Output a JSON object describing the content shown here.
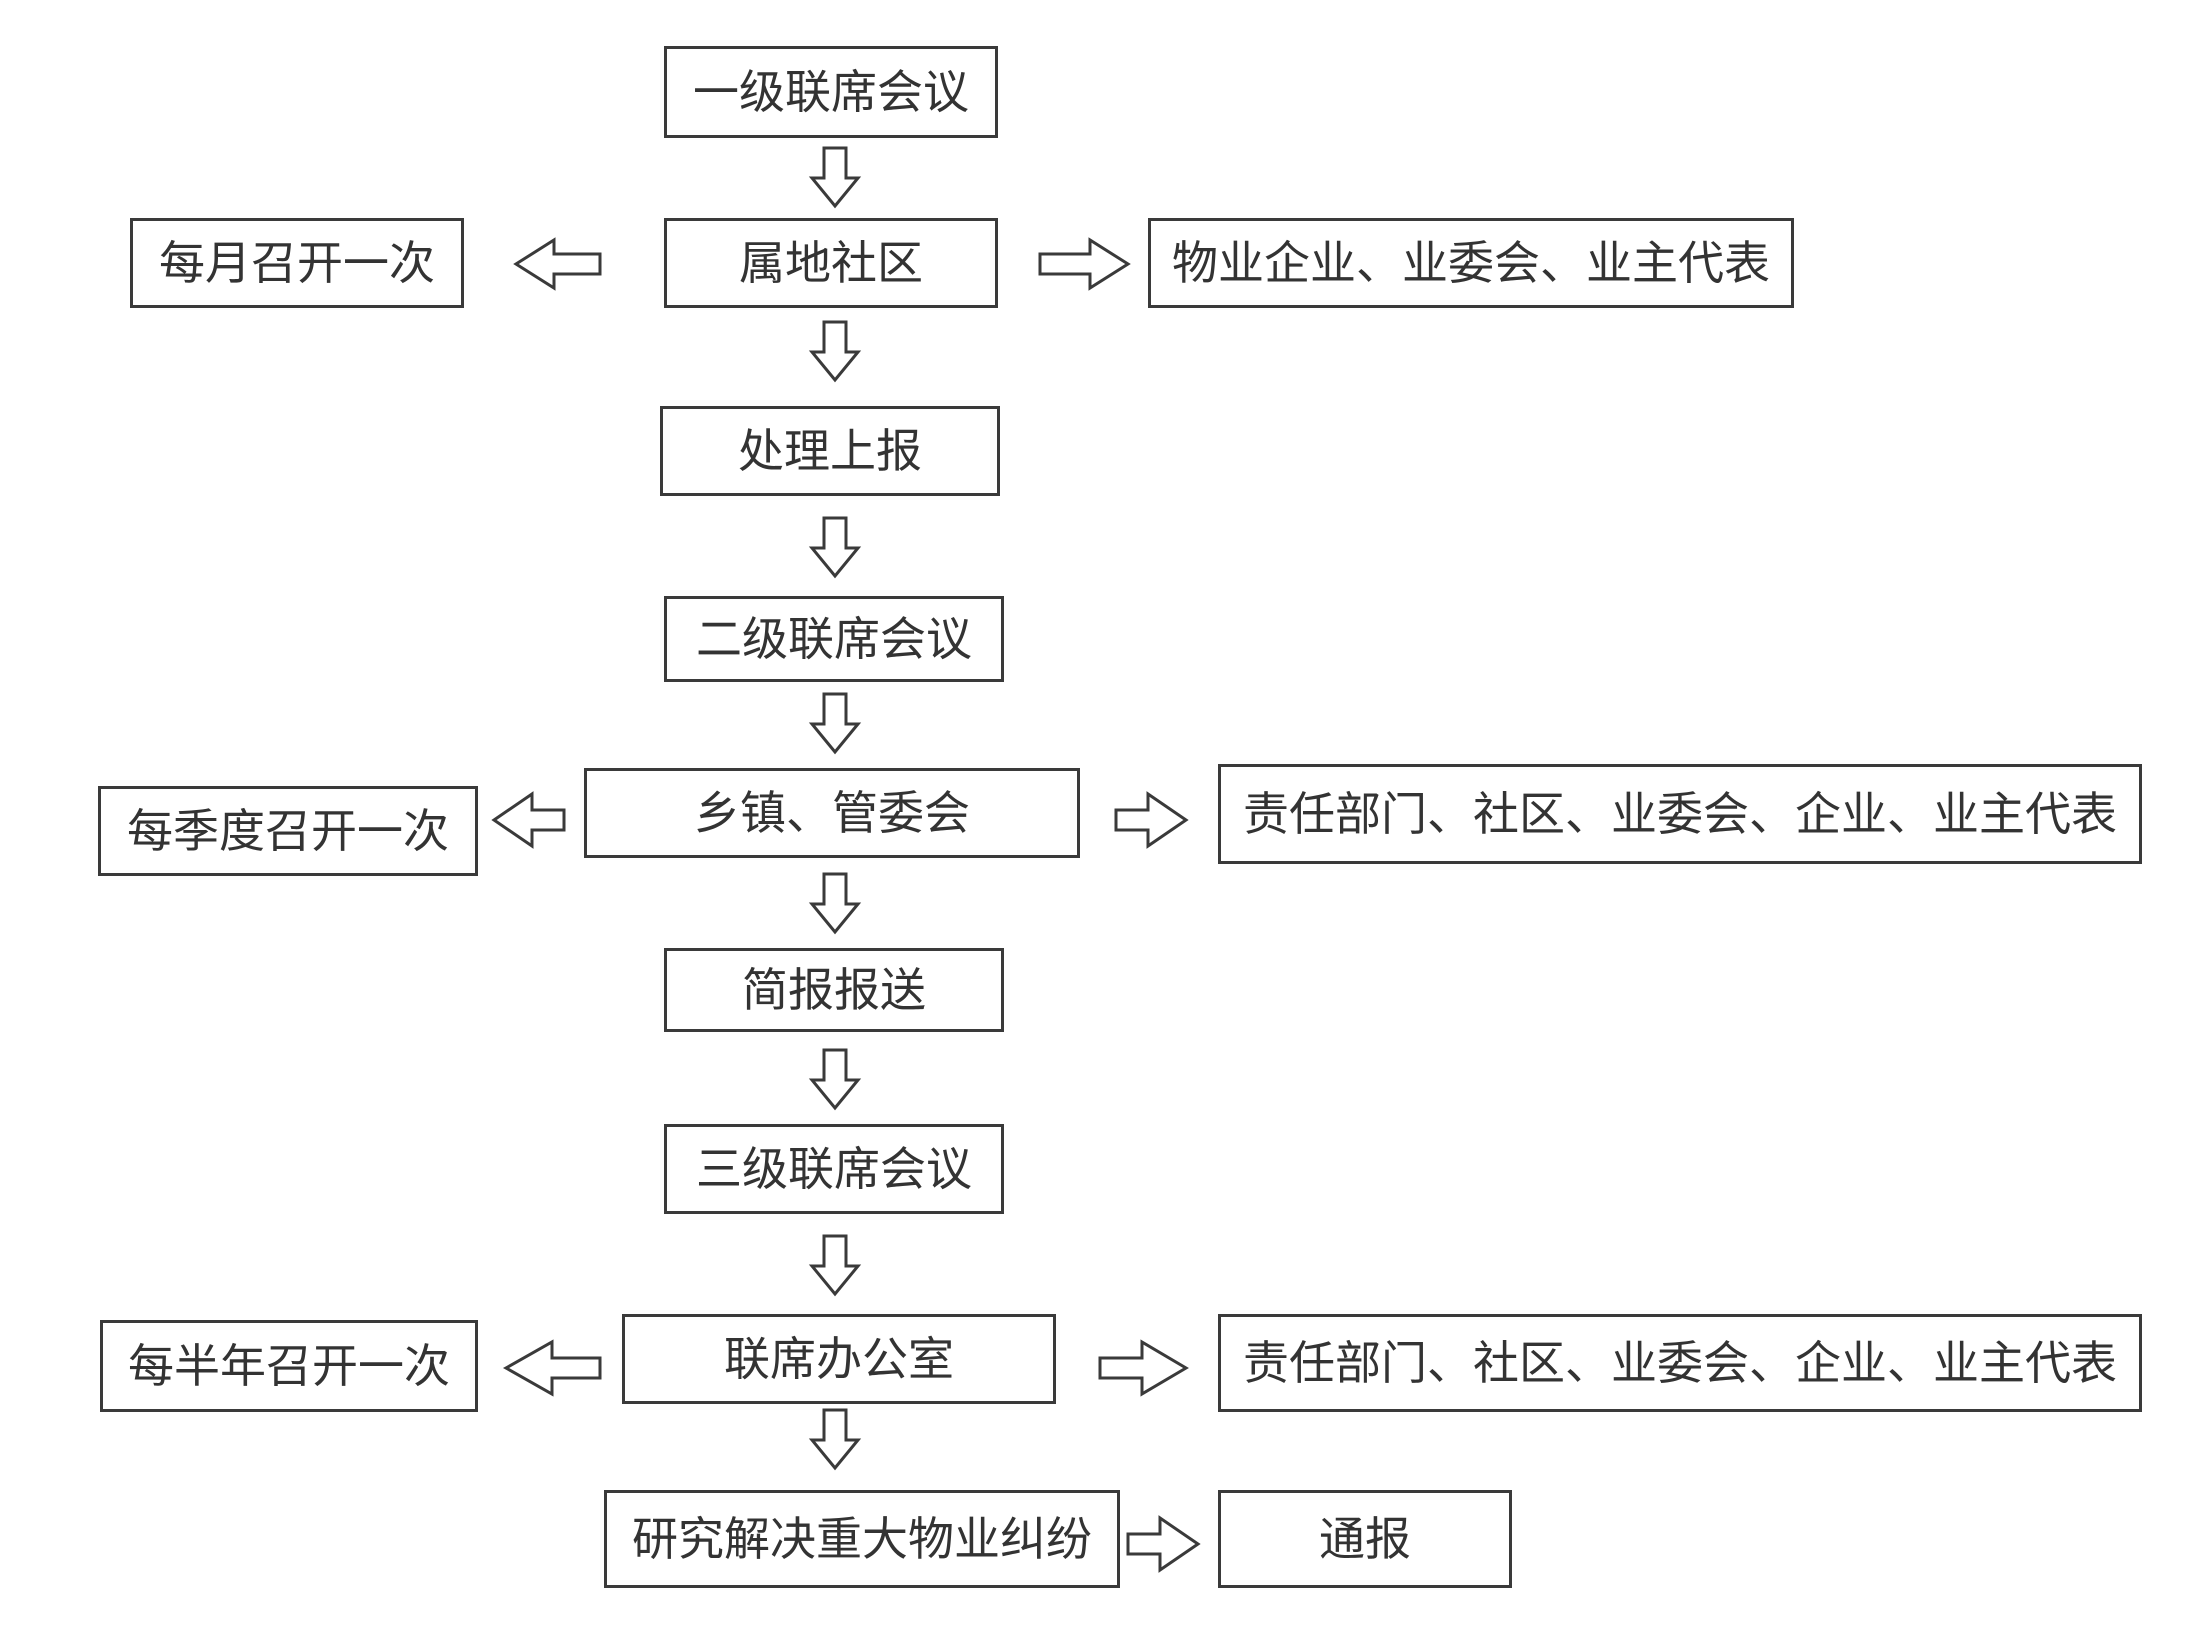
{
  "nodes": {
    "level1_meeting": "一级联席会议",
    "community": "属地社区",
    "monthly": "每月召开一次",
    "community_participants": "物业企业、业委会、业主代表",
    "handle_report": "处理上报",
    "level2_meeting": "二级联席会议",
    "township": "乡镇、管委会",
    "quarterly": "每季度召开一次",
    "township_participants": "责任部门、社区、业委会、企业、业主代表",
    "briefing": "简报报送",
    "level3_meeting": "三级联席会议",
    "joint_office": "联席办公室",
    "semiannual": "每半年召开一次",
    "office_participants": "责任部门、社区、业委会、企业、业主代表",
    "resolve_disputes": "研究解决重大物业纠纷",
    "notify": "通报"
  },
  "style": {
    "line_color": "#3a3a3a",
    "text_color": "#333333",
    "background": "#ffffff"
  }
}
